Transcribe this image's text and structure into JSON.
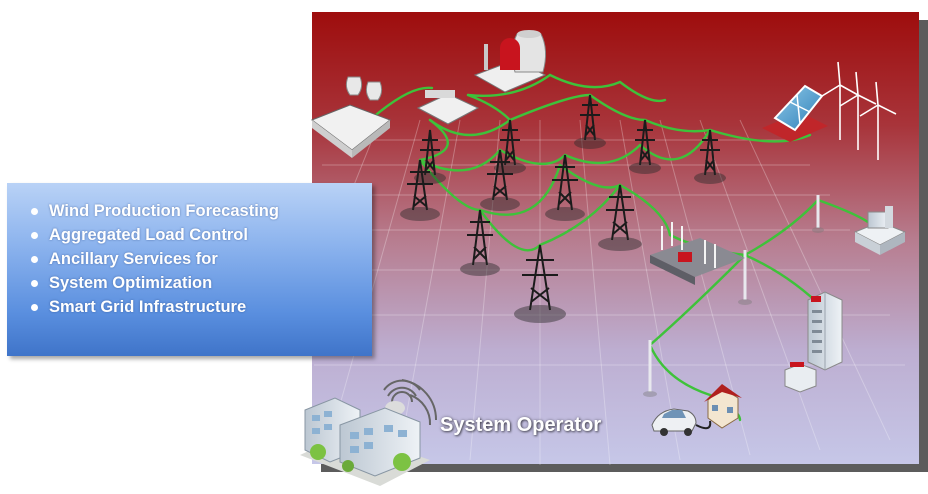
{
  "bullets": [
    {
      "label": "Wind Production Forecasting"
    },
    {
      "label": "Aggregated Load Control"
    },
    {
      "label": "Ancillary Services for"
    },
    {
      "label": "System Optimization"
    },
    {
      "label": "Smart Grid Infrastructure"
    }
  ],
  "operator_label": "System Operator",
  "colors": {
    "panel_top": "#9e1010",
    "panel_bottom": "#c3c4e6",
    "power_line": "#3ec23a",
    "bullet_box": "#5a8fdf",
    "text": "#ffffff"
  },
  "icons": [
    "power-plant-icon",
    "nuclear-plant-icon",
    "substation-icon",
    "pylon-icon",
    "solar-panel-icon",
    "wind-turbine-icon",
    "factory-icon",
    "office-tower-icon",
    "house-icon",
    "electric-car-icon",
    "control-center-icon",
    "wireless-signal-icon"
  ]
}
